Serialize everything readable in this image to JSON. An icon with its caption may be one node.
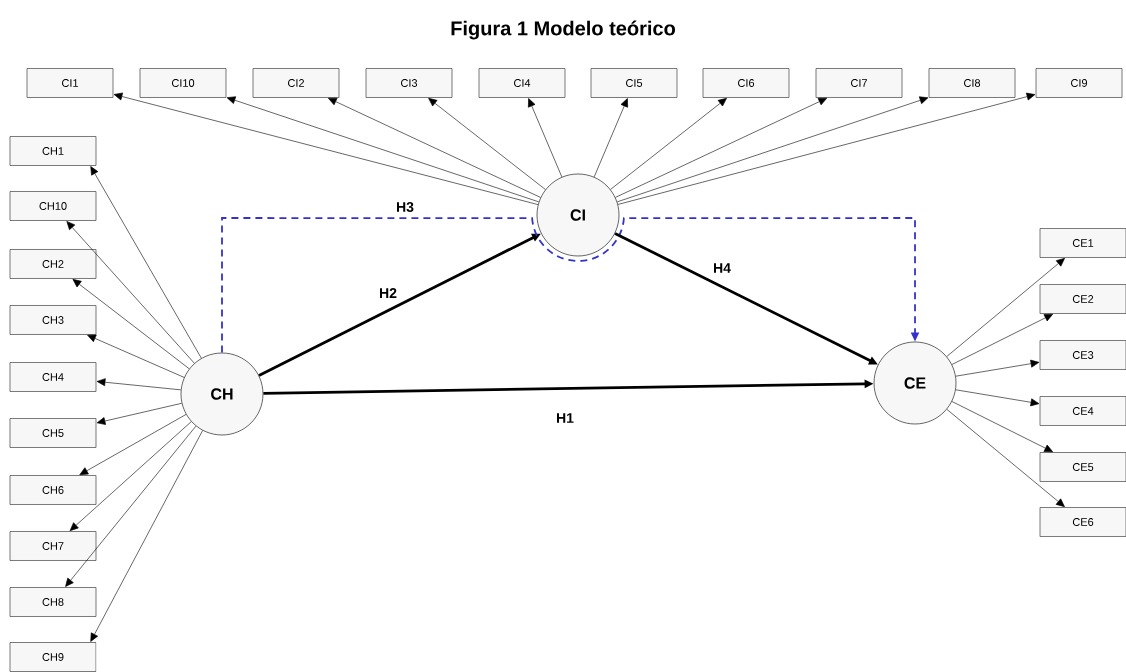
{
  "diagram": {
    "title": "Figura 1 Modelo teórico",
    "nodes": [
      {
        "text": [
          "CI1"
        ]
      },
      {
        "text": [
          "CI10"
        ]
      },
      {
        "text": [
          "CI2"
        ]
      },
      {
        "text": [
          "CI3"
        ]
      },
      {
        "text": [
          "CI4"
        ]
      },
      {
        "text": [
          "CI5"
        ]
      },
      {
        "text": [
          "CI6"
        ]
      },
      {
        "text": [
          "CI7"
        ]
      },
      {
        "text": [
          "CI8"
        ]
      },
      {
        "text": [
          "CI9"
        ]
      },
      {
        "text": [
          "CH1"
        ]
      },
      {
        "text": [
          "CH10"
        ]
      },
      {
        "text": [
          "CH2"
        ]
      },
      {
        "text": [
          "CH3"
        ]
      },
      {
        "text": [
          "CH4"
        ]
      },
      {
        "text": [
          "CH5"
        ]
      },
      {
        "text": [
          "CH6"
        ]
      },
      {
        "text": [
          "CH7"
        ]
      },
      {
        "text": [
          "CH8"
        ]
      },
      {
        "text": [
          "CH9"
        ]
      },
      {
        "text": [
          "CI"
        ]
      },
      {
        "text": [
          "CH"
        ]
      },
      {
        "text": [
          "CE"
        ]
      },
      {
        "text": [
          "CE1"
        ]
      },
      {
        "text": [
          "CE2"
        ]
      },
      {
        "text": [
          "CE3"
        ]
      },
      {
        "text": [
          "CE4"
        ]
      },
      {
        "text": [
          "CE5"
        ]
      },
      {
        "text": [
          "CE6"
        ]
      }
    ],
    "edges": [
      {
        "from": 20,
        "to": 0,
        "arrow": "to"
      },
      {
        "from": 20,
        "to": 1,
        "arrow": "to"
      },
      {
        "from": 20,
        "to": 2,
        "arrow": "to"
      },
      {
        "from": 20,
        "to": 3,
        "arrow": "to"
      },
      {
        "from": 20,
        "to": 4,
        "arrow": "to"
      },
      {
        "from": 20,
        "to": 5,
        "arrow": "to"
      },
      {
        "from": 20,
        "to": 6,
        "arrow": "to"
      },
      {
        "from": 20,
        "to": 7,
        "arrow": "to"
      },
      {
        "from": 20,
        "to": 8,
        "arrow": "to"
      },
      {
        "from": 20,
        "to": 9,
        "arrow": "to"
      },
      {
        "from": 21,
        "to": 10,
        "arrow": "to"
      },
      {
        "from": 21,
        "to": 11,
        "arrow": "to"
      },
      {
        "from": 21,
        "to": 12,
        "arrow": "to"
      },
      {
        "from": 21,
        "to": 13,
        "arrow": "to"
      },
      {
        "from": 21,
        "to": 14,
        "arrow": "to"
      },
      {
        "from": 21,
        "to": 15,
        "arrow": "to"
      },
      {
        "from": 21,
        "to": 16,
        "arrow": "to"
      },
      {
        "from": 21,
        "to": 17,
        "arrow": "to"
      },
      {
        "from": 21,
        "to": 18,
        "arrow": "to"
      },
      {
        "from": 21,
        "to": 19,
        "arrow": "to"
      },
      {
        "from": 21,
        "to": 20,
        "arrow": "to",
        "label": "H2",
        "style": "thick"
      },
      {
        "from": 21,
        "to": 22,
        "arrow": "to",
        "label": "H3",
        "style": "dashed",
        "color": "#3333cc"
      },
      {
        "from": 20,
        "to": 22,
        "arrow": "to",
        "label": "H4",
        "style": "thick"
      },
      {
        "from": 21,
        "to": 22,
        "arrow": "to",
        "label": "H1",
        "style": "thick"
      },
      {
        "from": 22,
        "to": 23,
        "arrow": "to"
      },
      {
        "from": 22,
        "to": 24,
        "arrow": "to"
      },
      {
        "from": 22,
        "to": 25,
        "arrow": "to"
      },
      {
        "from": 22,
        "to": 26,
        "arrow": "to"
      },
      {
        "from": 22,
        "to": 27,
        "arrow": "to"
      },
      {
        "from": 22,
        "to": 28,
        "arrow": "to"
      }
    ]
  }
}
